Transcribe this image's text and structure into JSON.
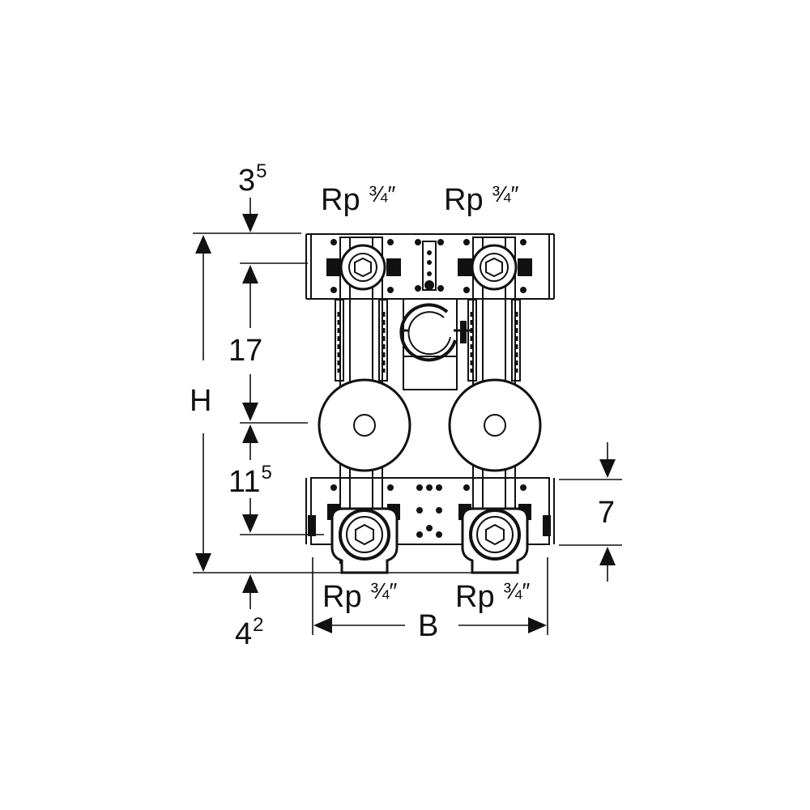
{
  "colors": {
    "line": "#111111",
    "background": "#ffffff"
  },
  "labels": {
    "top_offset": {
      "main": "3",
      "sup": "5"
    },
    "upper_spacing": "17",
    "height": "H",
    "lower_spacing": {
      "main": "11",
      "sup": "5"
    },
    "bottom_offset": {
      "main": "4",
      "sup": "2"
    },
    "width": "B",
    "right_dim": "7",
    "thread_prefix": "Rp",
    "thread_size": "¾″"
  }
}
